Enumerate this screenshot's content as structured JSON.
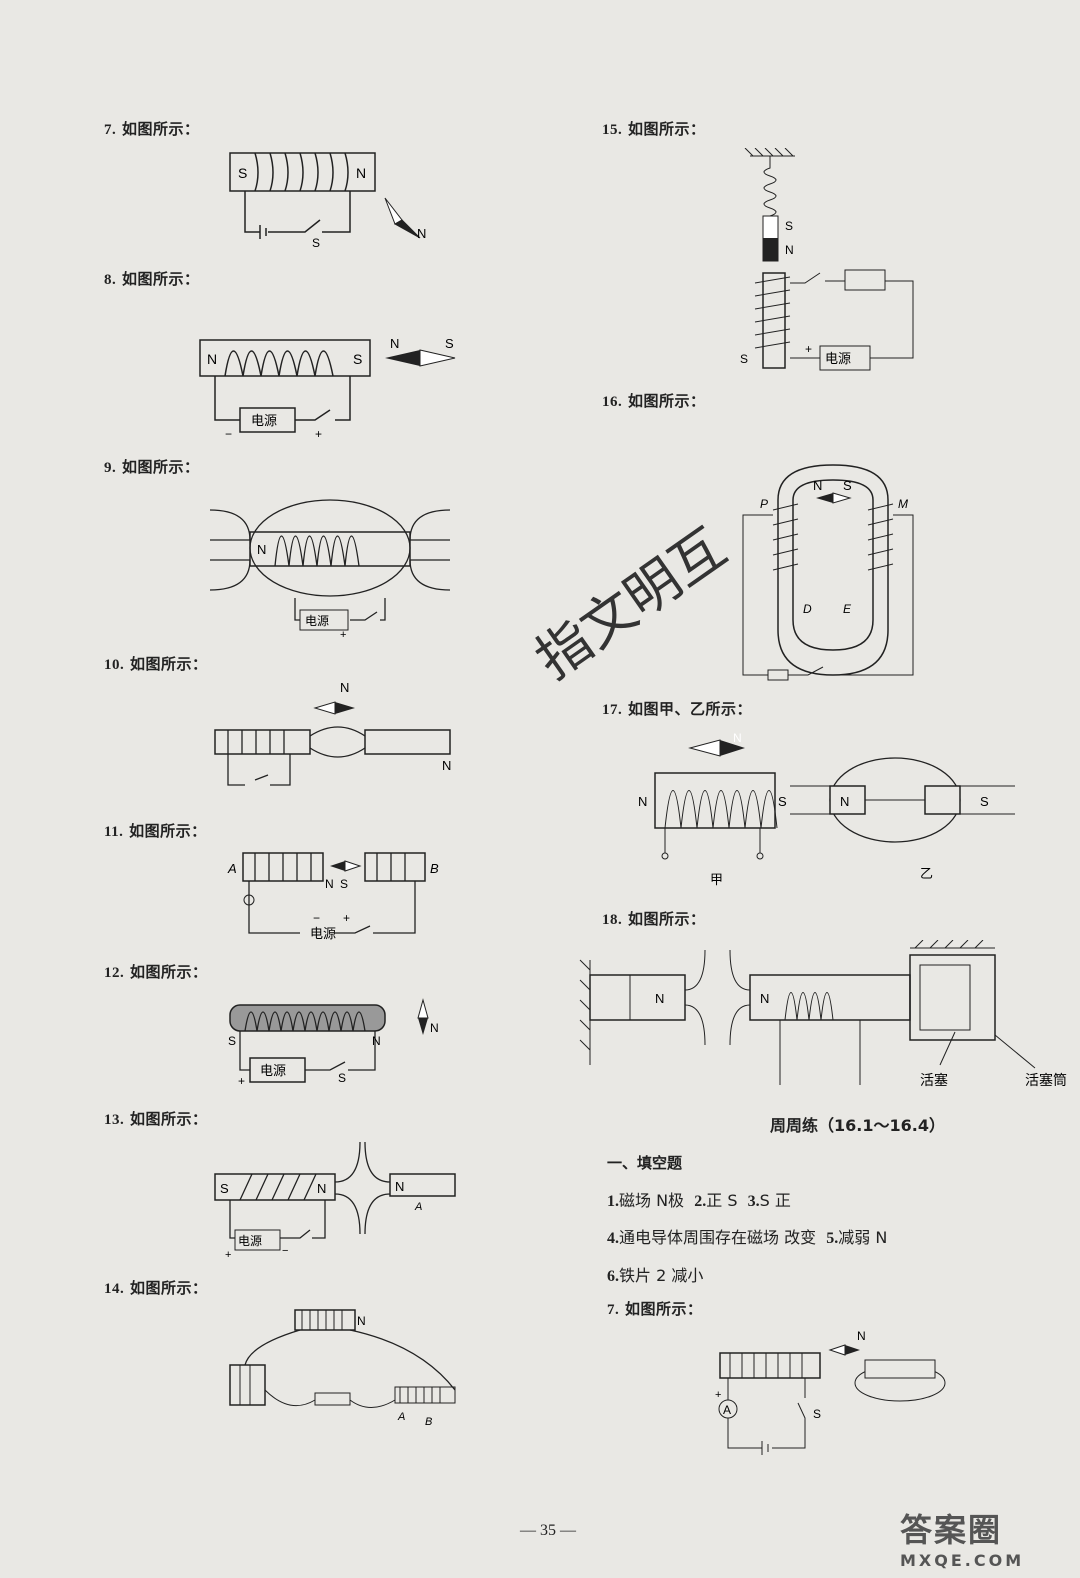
{
  "left_items": [
    {
      "num": "7.",
      "text": "如图所示："
    },
    {
      "num": "8.",
      "text": "如图所示："
    },
    {
      "num": "9.",
      "text": "如图所示："
    },
    {
      "num": "10.",
      "text": "如图所示："
    },
    {
      "num": "11.",
      "text": "如图所示："
    },
    {
      "num": "12.",
      "text": "如图所示："
    },
    {
      "num": "13.",
      "text": "如图所示："
    },
    {
      "num": "14.",
      "text": "如图所示："
    }
  ],
  "right_items": [
    {
      "num": "15.",
      "text": "如图所示："
    },
    {
      "num": "16.",
      "text": "如图所示："
    },
    {
      "num": "17.",
      "text": "如图甲、乙所示："
    },
    {
      "num": "18.",
      "text": "如图所示："
    }
  ],
  "labels": {
    "N": "N",
    "S": "S",
    "power": "电源",
    "plus": "+",
    "minus": "−",
    "A": "A",
    "B": "B",
    "P": "P",
    "M": "M",
    "D": "D",
    "E": "E",
    "jia": "甲",
    "yi": "乙",
    "piston": "活塞",
    "cylinder": "活塞筒"
  },
  "weekly": {
    "title": "周周练（16.1～16.4）",
    "section": "一、填空题",
    "lines": [
      {
        "a": "1.",
        "ta": "磁场  N极",
        "b": "2.",
        "tb": "正  S",
        "c": "3.",
        "tc": "S  正"
      },
      {
        "a": "4.",
        "ta": "通电导体周围存在磁场  改变",
        "b": "5.",
        "tb": "减弱  N",
        "c": "",
        "tc": ""
      },
      {
        "a": "6.",
        "ta": "铁片  2  减小",
        "b": "",
        "tb": "",
        "c": "",
        "tc": ""
      }
    ],
    "q7": {
      "num": "7.",
      "text": "如图所示："
    }
  },
  "handwriting": "指文明互",
  "page_number": "— 35 —",
  "watermark": {
    "line1": "答案圈",
    "line2": "MXQE.COM"
  }
}
